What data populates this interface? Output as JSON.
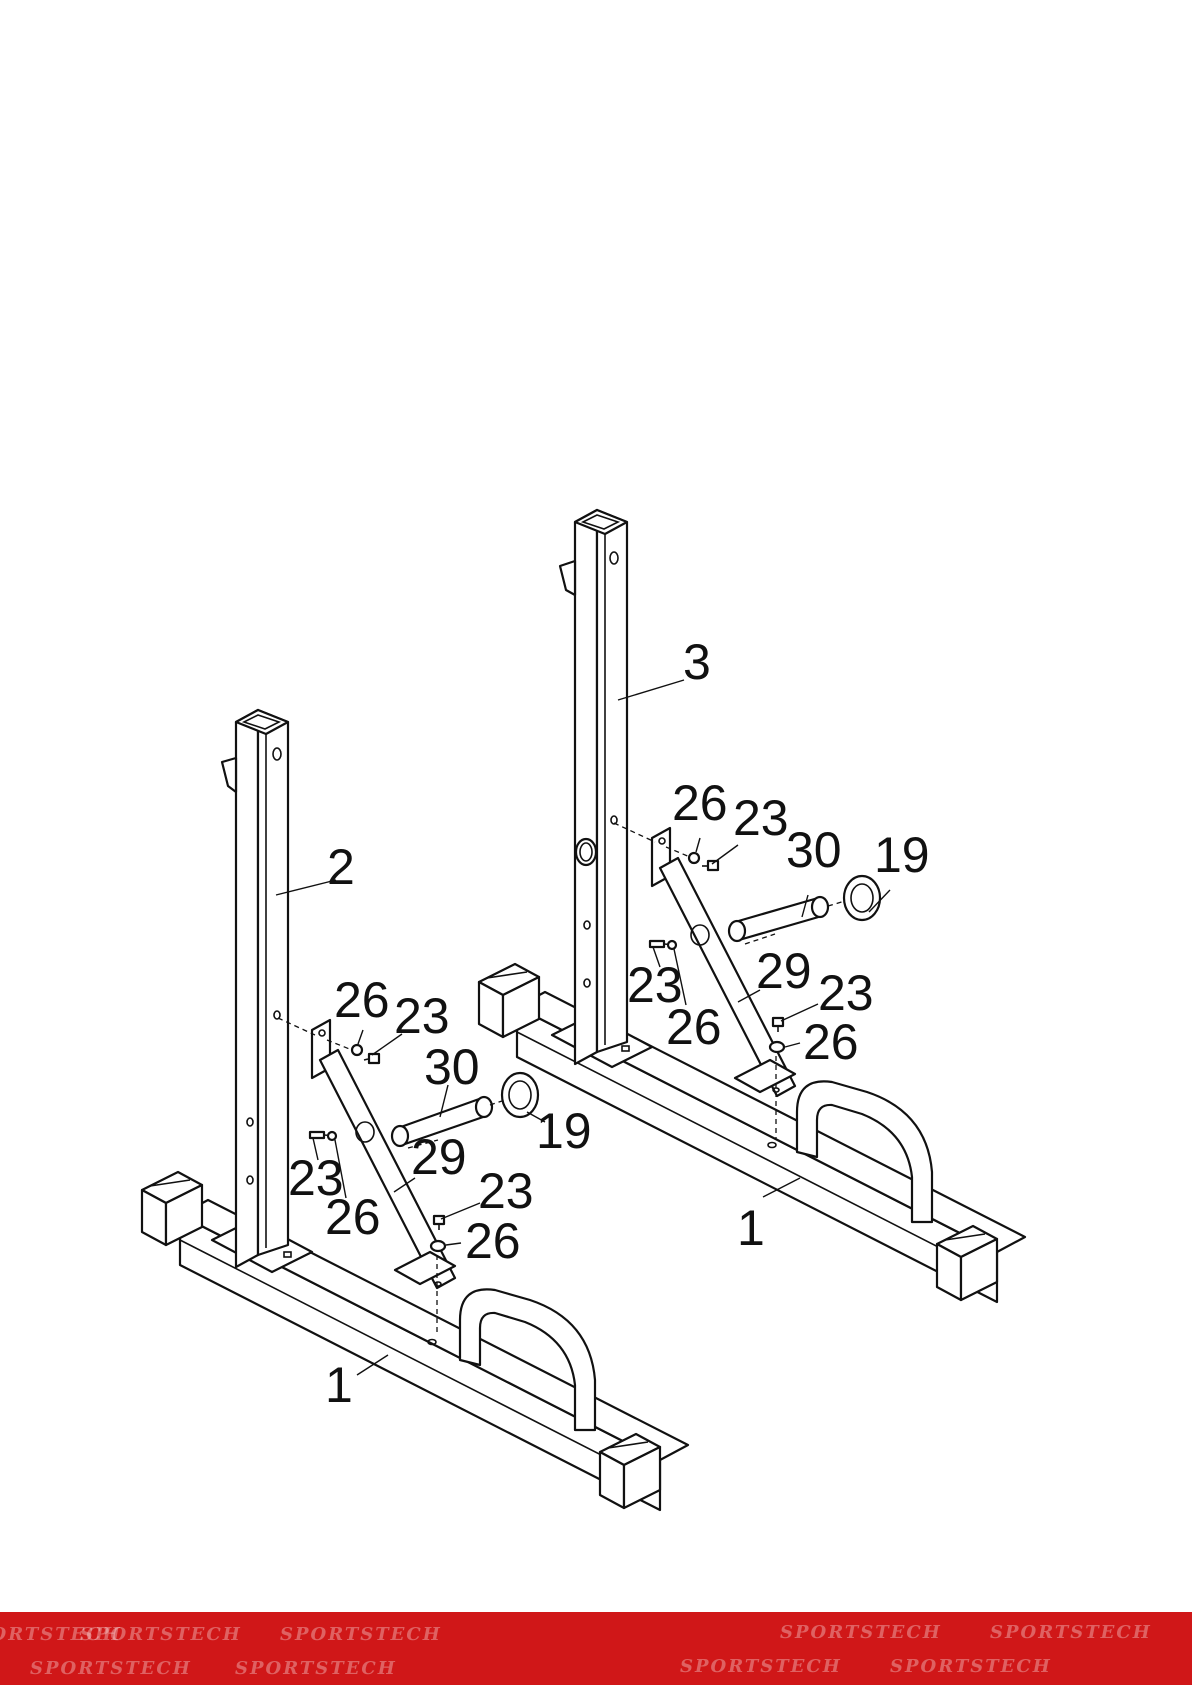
{
  "callouts": {
    "left_upright": "2",
    "right_upright": "3",
    "left_base": "1",
    "right_base": "1",
    "left_brace": "29",
    "right_brace": "29",
    "left_tube": "30",
    "right_tube": "30",
    "left_cap": "19",
    "right_cap": "19",
    "left_top_washer": "26",
    "left_top_bolt": "23",
    "left_mid_bolt": "23",
    "left_mid_washer": "26",
    "left_low_bolt": "23",
    "left_low_washer": "26",
    "right_top_washer": "26",
    "right_top_bolt": "23",
    "right_mid_bolt": "23",
    "right_mid_washer": "26",
    "right_low_bolt": "23",
    "right_low_washer": "26"
  },
  "footer": {
    "brand": "SPORTSTECH",
    "color": "#d01718"
  }
}
